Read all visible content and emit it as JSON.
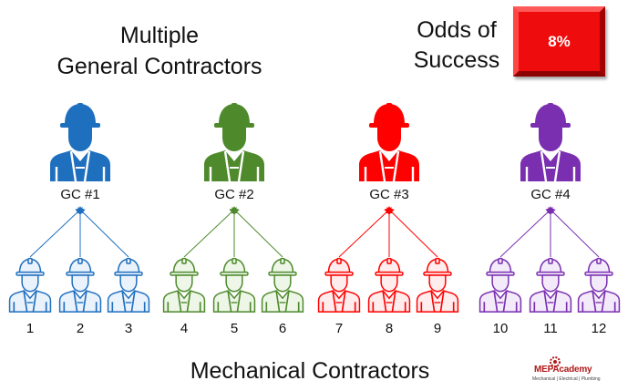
{
  "header": {
    "title_line1": "Multiple",
    "title_line2": "General Contractors",
    "odds_line1": "Odds of",
    "odds_line2": "Success",
    "odds_value": "8%"
  },
  "general_contractors": [
    {
      "label": "GC #1",
      "color": "#1f6fbf",
      "light": "#eaf2fb",
      "subs": [
        "1",
        "2",
        "3"
      ]
    },
    {
      "label": "GC #2",
      "color": "#4e8a2c",
      "light": "#eef6e8",
      "subs": [
        "4",
        "5",
        "6"
      ]
    },
    {
      "label": "GC #3",
      "color": "#ff0000",
      "light": "#ffecec",
      "subs": [
        "7",
        "8",
        "9"
      ]
    },
    {
      "label": "GC #4",
      "color": "#7a2fb0",
      "light": "#f3eafa",
      "subs": [
        "10",
        "11",
        "12"
      ]
    }
  ],
  "footer": {
    "title": "Mechanical Contractors",
    "logo_text": "MEPAcademy",
    "logo_tagline": "Mechanical | Electrical | Plumbing"
  }
}
